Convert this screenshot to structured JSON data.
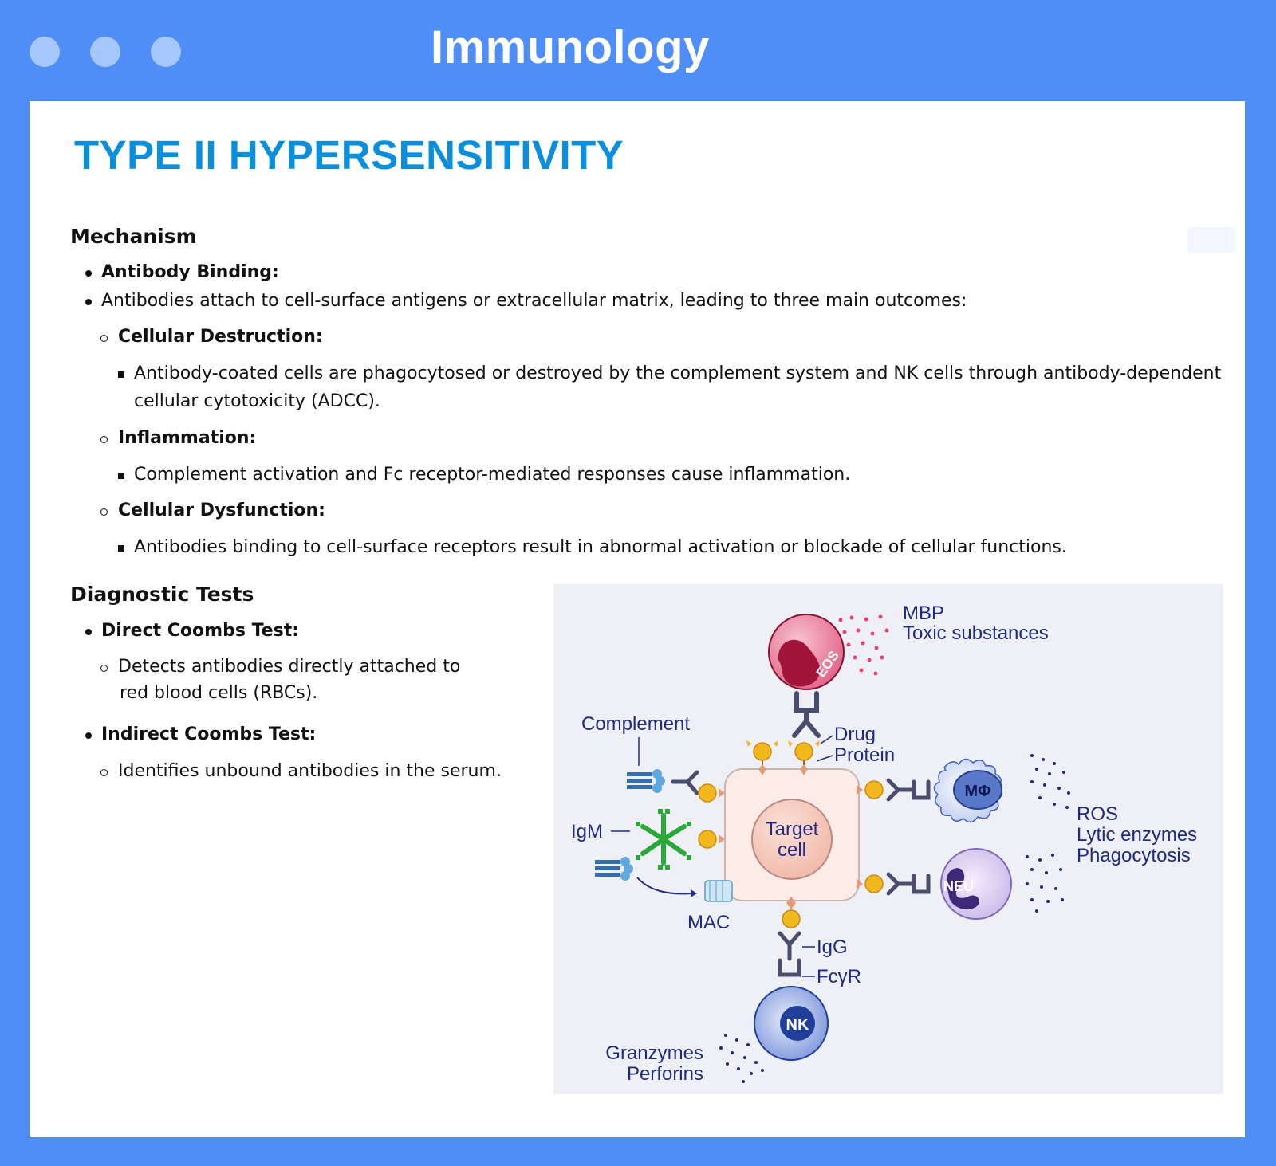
{
  "window": {
    "title": "Immunology",
    "controls": [
      "close",
      "minimize",
      "maximize"
    ]
  },
  "page": {
    "heading": "TYPE II HYPERSENSITIVITY"
  },
  "mechanism": {
    "title": "Mechanism",
    "item1": "Antibody Binding:",
    "item2": "Antibodies attach to cell-surface antigens or extracellular matrix, leading to three main outcomes:",
    "outcomes": [
      {
        "title": "Cellular Destruction:",
        "detail_line1": "Antibody-coated cells are phagocytosed or destroyed by the complement system and NK cells through antibody-dependent",
        "detail_line2": "cellular cytotoxicity (ADCC)."
      },
      {
        "title": "Inflammation:",
        "detail_line1": "Complement activation and Fc receptor-mediated responses cause inflammation."
      },
      {
        "title": "Cellular Dysfunction:",
        "detail_line1": "Antibodies binding to cell-surface receptors result in abnormal activation or blockade of cellular functions."
      }
    ]
  },
  "diagnostics": {
    "title": "Diagnostic Tests",
    "tests": [
      {
        "title": "Direct Coombs Test:",
        "detail_line1": "Detects antibodies directly attached to",
        "detail_line2": "red blood cells (RBCs)."
      },
      {
        "title": "Indirect Coombs Test:",
        "detail_line1": "Identifies unbound antibodies in the serum."
      }
    ]
  },
  "diagram": {
    "target_line1": "Target",
    "target_line2": "cell",
    "eos": "EOS",
    "mbp": "MBP",
    "toxic": "Toxic substances",
    "drug": "Drug",
    "protein": "Protein",
    "complement": "Complement",
    "igm": "IgM",
    "mac": "MAC",
    "mphi": "MΦ",
    "neu": "NEU",
    "ros": "ROS",
    "lytic": "Lytic enzymes",
    "phago": "Phagocytosis",
    "igg": "IgG",
    "fcgr": "FcγR",
    "nk": "NK",
    "granzymes": "Granzymes",
    "perforins": "Perforins",
    "colors": {
      "eos": "#b0183f",
      "complement": "#2f6fb0",
      "igm": "#28a838",
      "antigen": "#f2b61e",
      "antibody": "#4a4e6e",
      "target": "#fbe8e2",
      "macrophage": "#3f5fb8",
      "neutrophil": "#3a2a78",
      "nk": "#1f3f9a",
      "label": "#1f2a80"
    }
  }
}
